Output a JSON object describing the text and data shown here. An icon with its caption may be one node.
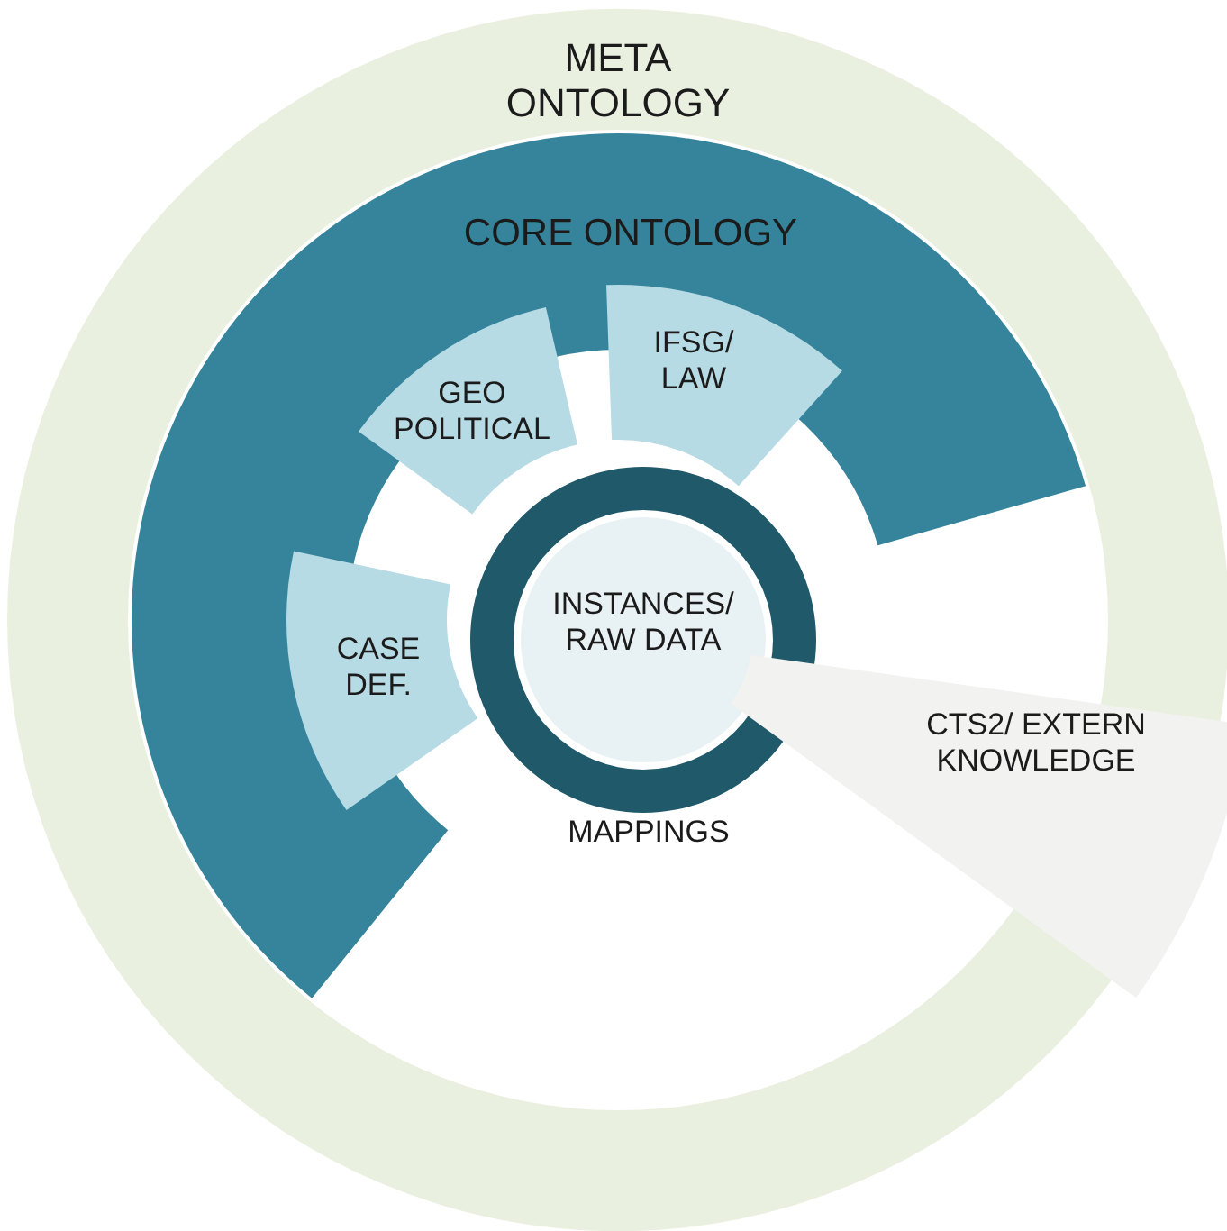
{
  "diagram": {
    "nodes": [
      {
        "text": [
          "META ONTOLOGY"
        ]
      },
      {
        "text": [
          "CORE ONTOLOGY"
        ],
        "in": 0
      },
      {
        "text": [
          "IFSG/ LAW"
        ],
        "in": 0
      },
      {
        "text": [
          "GEO POLITICAL"
        ],
        "in": 0
      },
      {
        "text": [
          "CASE DEF."
        ],
        "in": 0
      },
      {
        "text": [
          "INSTANCES/ RAW DATA"
        ],
        "in": 7
      },
      {
        "text": [
          "CTS2/ EXTERN KNOWLEDGE"
        ],
        "in": 0
      },
      {
        "text": [
          "MAPPINGS"
        ],
        "in": 0
      }
    ]
  }
}
